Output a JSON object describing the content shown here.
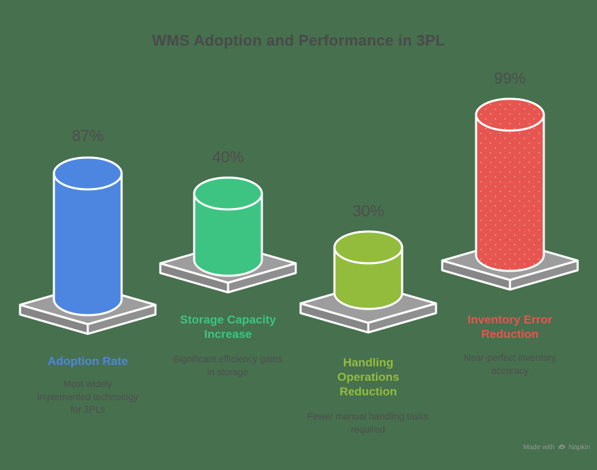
{
  "title": "WMS Adoption and Performance in 3PL",
  "chart_data": {
    "type": "bar",
    "variant": "3d-cylinder-infographic",
    "title": "WMS Adoption and Performance in 3PL",
    "categories": [
      "Adoption Rate",
      "Storage Capacity Increase",
      "Handling Operations Reduction",
      "Inventory Error Reduction"
    ],
    "values": [
      87,
      40,
      30,
      99
    ],
    "value_labels": [
      "87%",
      "40%",
      "30%",
      "99%"
    ],
    "descriptions": [
      "Most widely implemented technology for 3PLs",
      "Significant efficiency gains in storage",
      "Fewer manual handling tasks required",
      "Near-perfect inventory accuracy"
    ],
    "colors": [
      "#4c86e0",
      "#3dc483",
      "#93bc3c",
      "#e6554f"
    ],
    "textures": [
      null,
      null,
      null,
      "dots"
    ],
    "ylim": [
      0,
      100
    ],
    "grid": false,
    "legend": false,
    "platform_top_color": "#9d9d9d",
    "platform_left_color": "#868686",
    "platform_right_color": "#8f8f8f",
    "outline_color": "#ffffff",
    "background_color": "#47704e",
    "title_color": "#4a4a4a",
    "value_label_color": "#4e4e4e",
    "description_color": "#4f4f4f"
  },
  "footer": {
    "made_with": "Made with",
    "brand": "Napkin",
    "icon": "napkin-scribble-icon"
  }
}
